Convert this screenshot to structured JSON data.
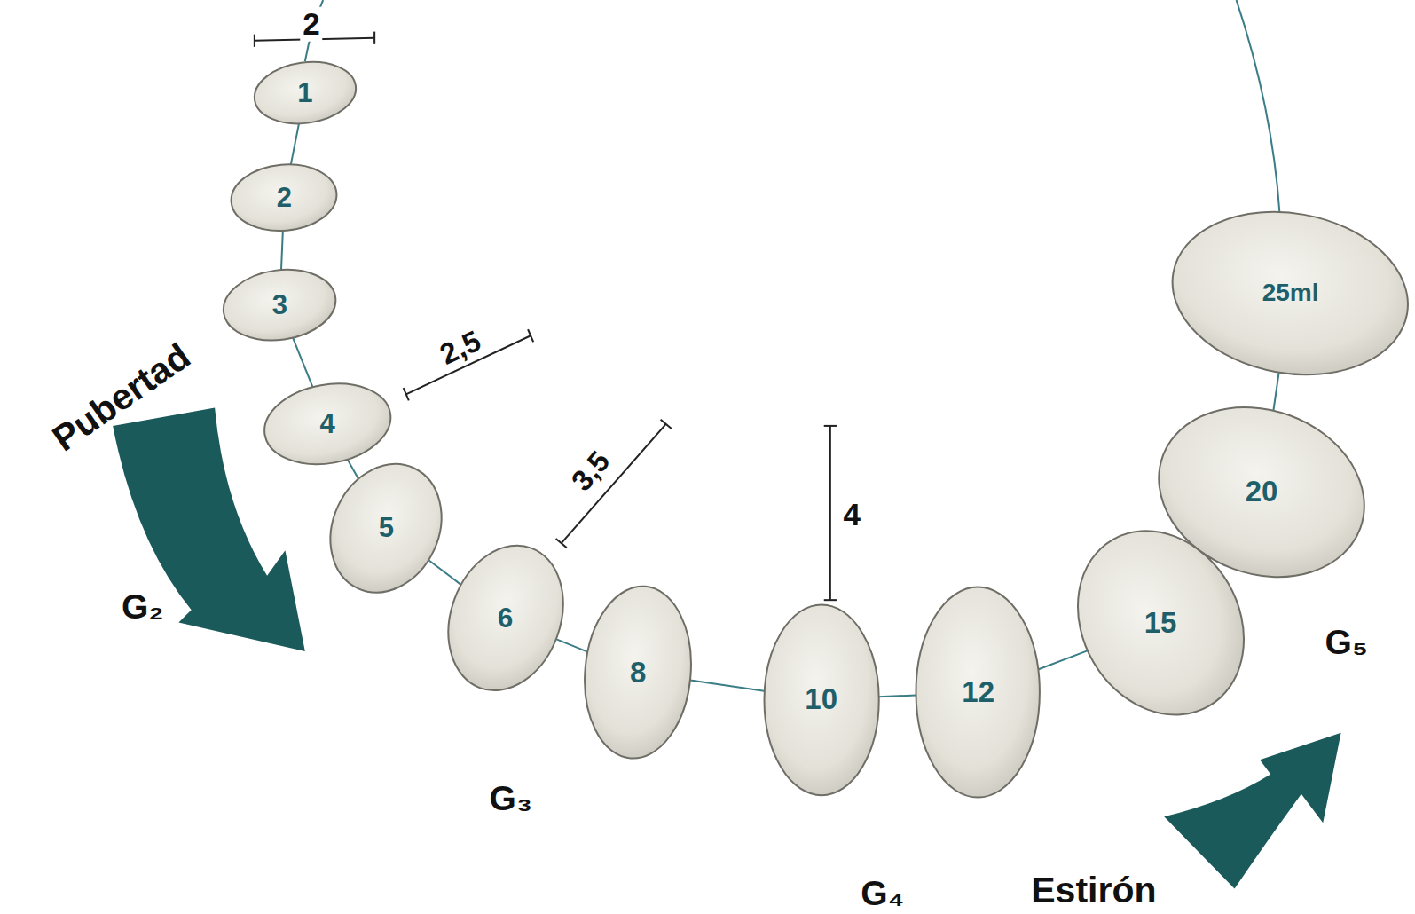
{
  "diagram": {
    "nodes": [
      {
        "text": [
          "1"
        ]
      },
      {
        "text": [
          "2"
        ]
      },
      {
        "text": [
          "3"
        ]
      },
      {
        "text": [
          "4"
        ]
      },
      {
        "text": [
          "5"
        ]
      },
      {
        "text": [
          "6"
        ]
      },
      {
        "text": [
          "8"
        ]
      },
      {
        "text": [
          "10"
        ]
      },
      {
        "text": [
          "12"
        ]
      },
      {
        "text": [
          "15"
        ]
      },
      {
        "text": [
          "20"
        ]
      },
      {
        "text": [
          "25ml"
        ]
      }
    ],
    "edges": [
      {
        "from": 0,
        "to": 1,
        "arrow": "none"
      },
      {
        "from": 1,
        "to": 2,
        "arrow": "none"
      },
      {
        "from": 2,
        "to": 3,
        "arrow": "none"
      },
      {
        "from": 3,
        "to": 4,
        "arrow": "none"
      },
      {
        "from": 4,
        "to": 5,
        "arrow": "none"
      },
      {
        "from": 5,
        "to": 6,
        "arrow": "none"
      },
      {
        "from": 6,
        "to": 7,
        "arrow": "none"
      },
      {
        "from": 7,
        "to": 8,
        "arrow": "none"
      },
      {
        "from": 8,
        "to": 9,
        "arrow": "none"
      },
      {
        "from": 9,
        "to": 10,
        "arrow": "none"
      },
      {
        "from": 10,
        "to": 11,
        "arrow": "none"
      }
    ],
    "labels": [
      "2",
      "2,5",
      "3,5",
      "4",
      "Pubertad",
      "G₂",
      "G₃",
      "G₄",
      "Estirón",
      "G₅"
    ]
  }
}
